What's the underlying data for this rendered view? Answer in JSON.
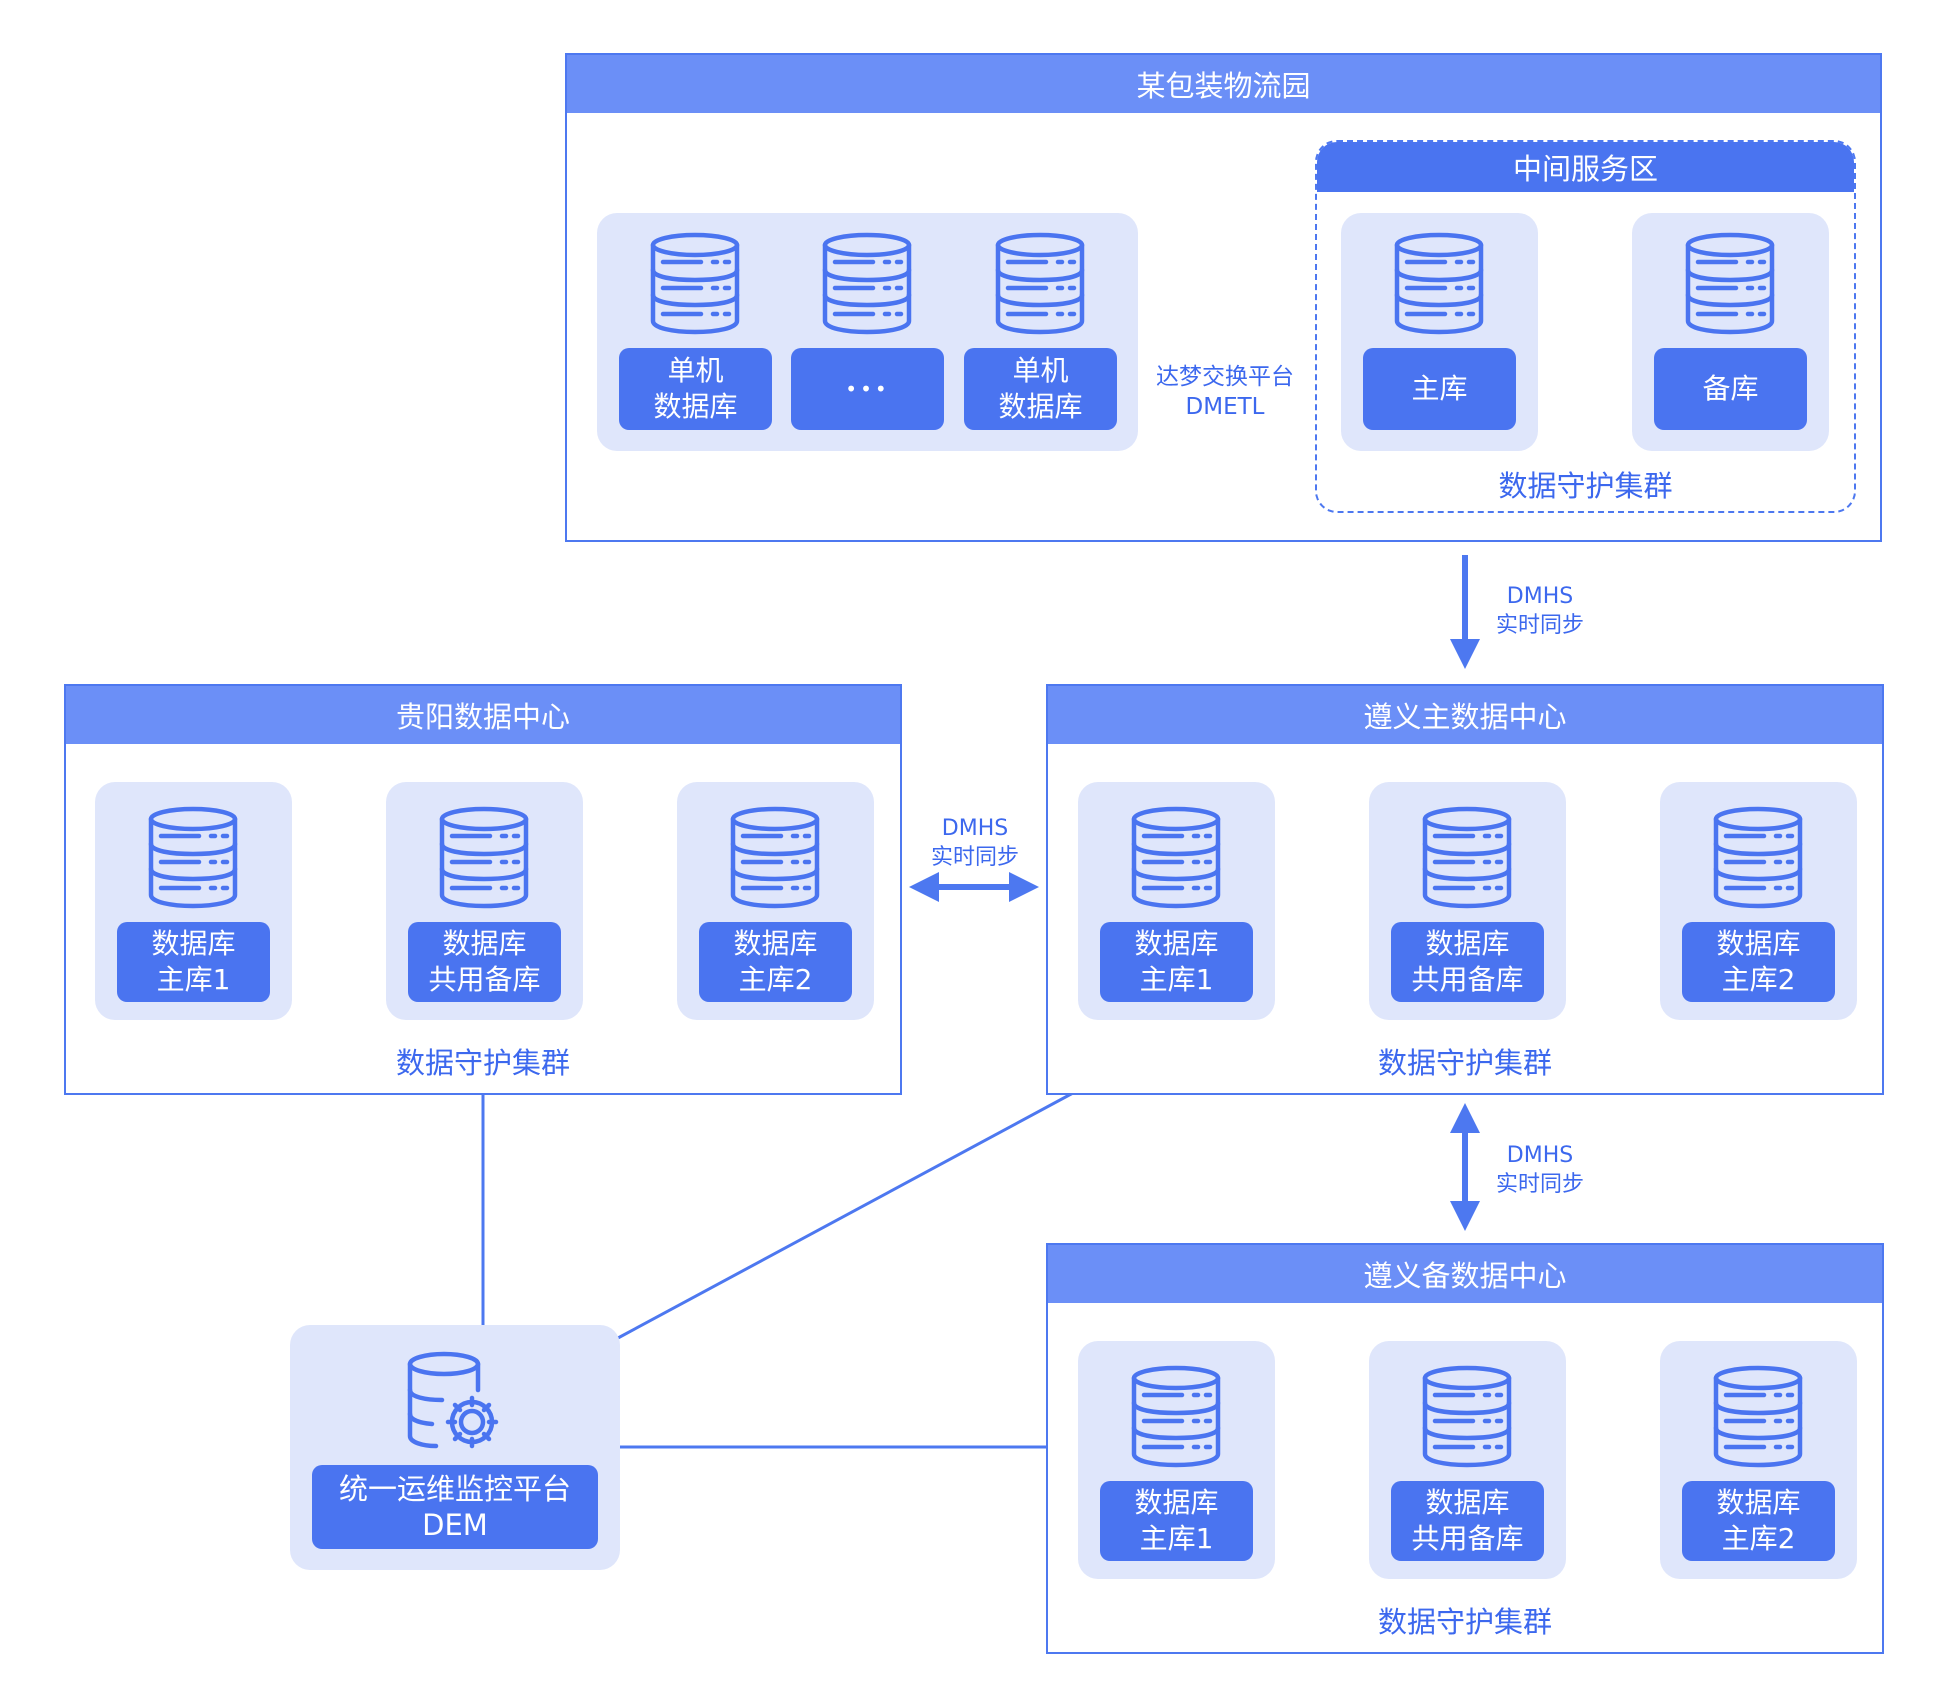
{
  "colors": {
    "accent": "#4a74f0",
    "header": "#6b8ff7",
    "card": "#dfe6fb",
    "line": "#4d78f0"
  },
  "park": {
    "title": "某包装物流园",
    "db1": "单机\n数据库",
    "db2": "•••",
    "db3": "单机\n数据库",
    "link_label": "达梦交换平台\nDMETL",
    "middle": {
      "title": "中间服务区",
      "primary": "主库",
      "standby": "备库",
      "caption": "数据守护集群"
    }
  },
  "sync_top": "DMHS\n实时同步",
  "sync_mid": "DMHS\n实时同步",
  "sync_bottom": "DMHS\n实时同步",
  "guiyang": {
    "title": "贵阳数据中心",
    "db1": "数据库\n主库1",
    "db2": "数据库\n共用备库",
    "db3": "数据库\n主库2",
    "caption": "数据守护集群"
  },
  "zunyi_main": {
    "title": "遵义主数据中心",
    "db1": "数据库\n主库1",
    "db2": "数据库\n共用备库",
    "db3": "数据库\n主库2",
    "caption": "数据守护集群"
  },
  "zunyi_backup": {
    "title": "遵义备数据中心",
    "db1": "数据库\n主库1",
    "db2": "数据库\n共用备库",
    "db3": "数据库\n主库2",
    "caption": "数据守护集群"
  },
  "dem": {
    "label": "统一运维监控平台\nDEM"
  },
  "icons": {
    "database": "database-icon",
    "dem": "database-gear-icon"
  }
}
